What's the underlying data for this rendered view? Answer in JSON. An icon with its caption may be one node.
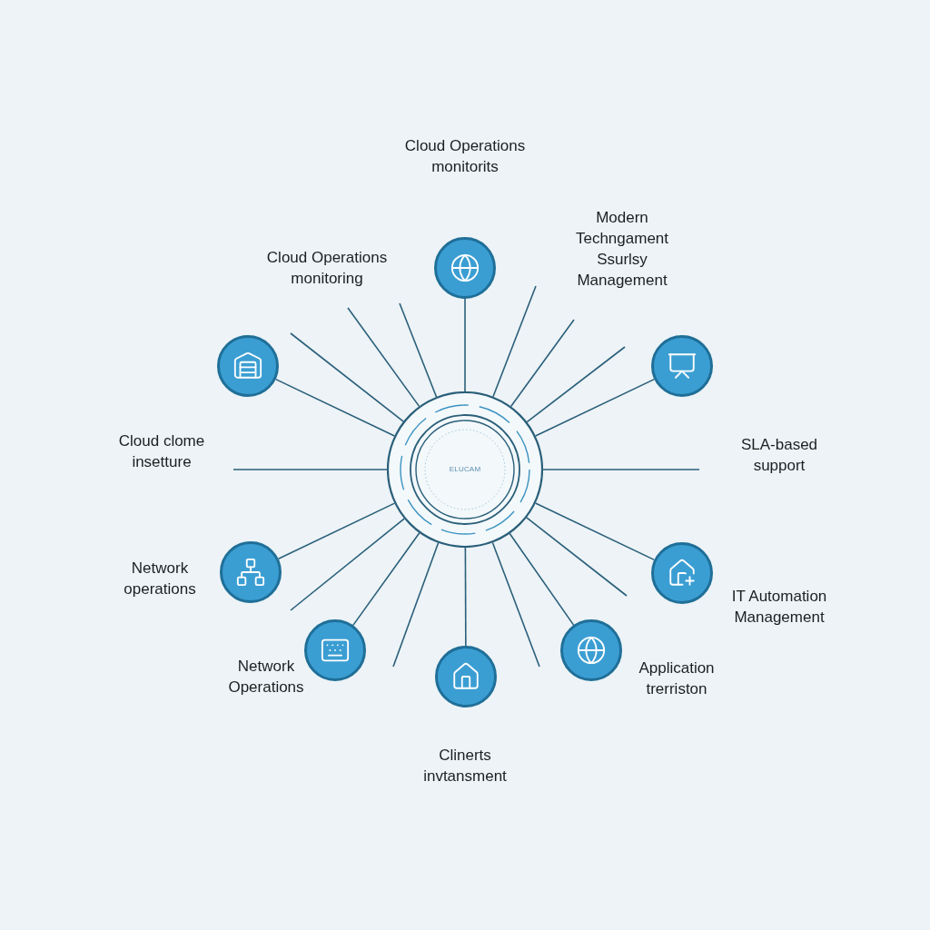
{
  "diagram": {
    "nodes": [
      {
        "text": [
          "ELUCAM"
        ]
      },
      {
        "text": [],
        "shape": "circle"
      },
      {
        "text": [],
        "shape": "circle"
      },
      {
        "text": [],
        "shape": "circle"
      },
      {
        "text": [],
        "shape": "circle",
        "beside": [
          "Network operations"
        ]
      },
      {
        "text": [],
        "shape": "circle",
        "beside": [
          "IT Automation Management"
        ]
      },
      {
        "text": [],
        "shape": "circle",
        "beside": [
          "Network Operations"
        ]
      },
      {
        "text": [],
        "shape": "circle",
        "beside": [
          "Application trerriston"
        ]
      },
      {
        "text": [],
        "shape": "circle"
      }
    ],
    "edges": [
      {
        "from": 0,
        "to": 1,
        "arrow": "none"
      },
      {
        "from": 0,
        "to": 2,
        "arrow": "none"
      },
      {
        "from": 0,
        "to": 3,
        "arrow": "none"
      },
      {
        "from": 0,
        "to": 4,
        "arrow": "none"
      },
      {
        "from": 0,
        "to": 5,
        "arrow": "none"
      },
      {
        "from": 0,
        "to": 6,
        "arrow": "none"
      },
      {
        "from": 0,
        "to": 7,
        "arrow": "none"
      },
      {
        "from": 0,
        "to": 8,
        "arrow": "none"
      },
      {
        "from": 0,
        "to": null,
        "arrow": "none"
      },
      {
        "from": 0,
        "to": null,
        "arrow": "none"
      },
      {
        "from": 0,
        "to": null,
        "arrow": "none"
      },
      {
        "from": 0,
        "to": null,
        "arrow": "none"
      },
      {
        "from": 0,
        "to": null,
        "arrow": "none"
      },
      {
        "from": 0,
        "to": null,
        "arrow": "none"
      },
      {
        "from": 0,
        "to": null,
        "arrow": "none"
      },
      {
        "from": 0,
        "to": null,
        "arrow": "none"
      },
      {
        "from": 0,
        "to": null,
        "arrow": "none"
      },
      {
        "from": 0,
        "to": null,
        "arrow": "none"
      },
      {
        "from": 0,
        "to": null,
        "arrow": "none"
      },
      {
        "from": 0,
        "to": null,
        "arrow": "none"
      }
    ],
    "labels": [
      "Cloud Operations monitorits",
      "Modern Techngament Ssurlsy Management",
      "Cloud Operations monitoring",
      "Cloud clome insetture",
      "SLA-based support",
      "Clinerts invtansment"
    ]
  }
}
